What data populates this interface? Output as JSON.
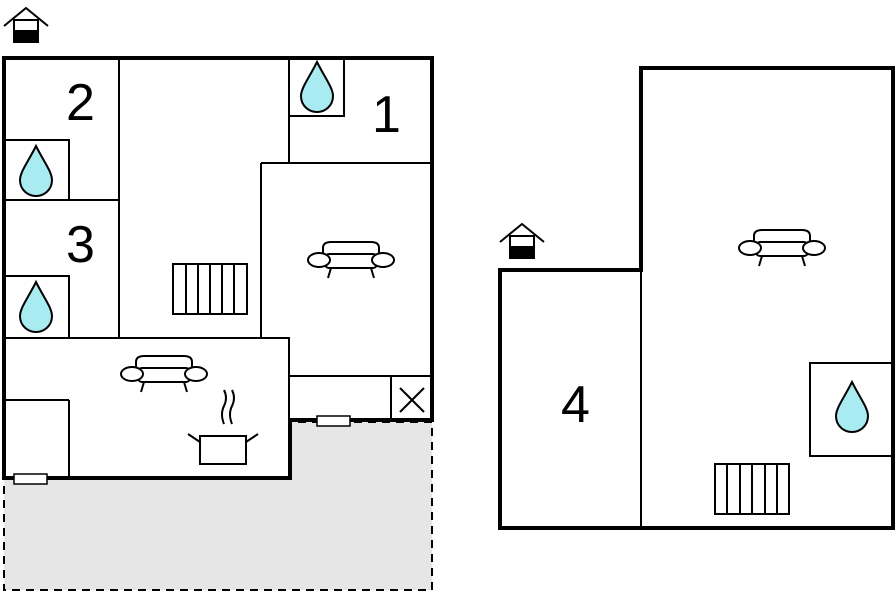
{
  "colors": {
    "water": "#a8ecf2",
    "terrace": "#e6e6e6",
    "wall": "#000000",
    "background": "#ffffff"
  },
  "rooms": {
    "room_1": "1",
    "room_2": "2",
    "room_3": "3",
    "room_4": "4"
  },
  "icons": {
    "entrance": "house-entrance-icon",
    "water": "water-drop-icon",
    "sofa": "sofa-icon",
    "radiator": "radiator-icon",
    "pot": "cooking-pot-icon",
    "shaft": "cross-box-icon"
  }
}
